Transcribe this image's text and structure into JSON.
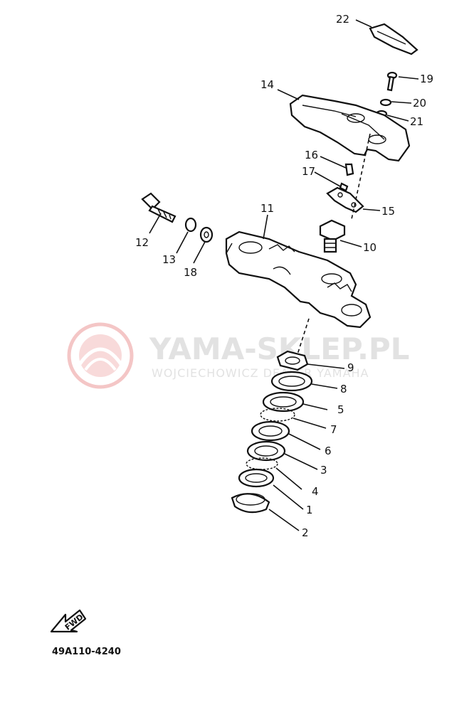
{
  "diagram": {
    "figure_code": "49A110-4240",
    "fwd_label": "FWD",
    "watermark": {
      "title": "YAMA-SKLEP.PL",
      "subtitle": "WOJCIECHOWICZ DEALER YAMAHA"
    },
    "parts": [
      {
        "number": "1"
      },
      {
        "number": "2"
      },
      {
        "number": "3"
      },
      {
        "number": "4"
      },
      {
        "number": "5"
      },
      {
        "number": "6"
      },
      {
        "number": "7"
      },
      {
        "number": "8"
      },
      {
        "number": "9"
      },
      {
        "number": "10"
      },
      {
        "number": "11"
      },
      {
        "number": "12"
      },
      {
        "number": "13"
      },
      {
        "number": "14"
      },
      {
        "number": "15"
      },
      {
        "number": "16"
      },
      {
        "number": "17"
      },
      {
        "number": "18"
      },
      {
        "number": "19"
      },
      {
        "number": "20"
      },
      {
        "number": "21"
      },
      {
        "number": "22"
      }
    ]
  }
}
